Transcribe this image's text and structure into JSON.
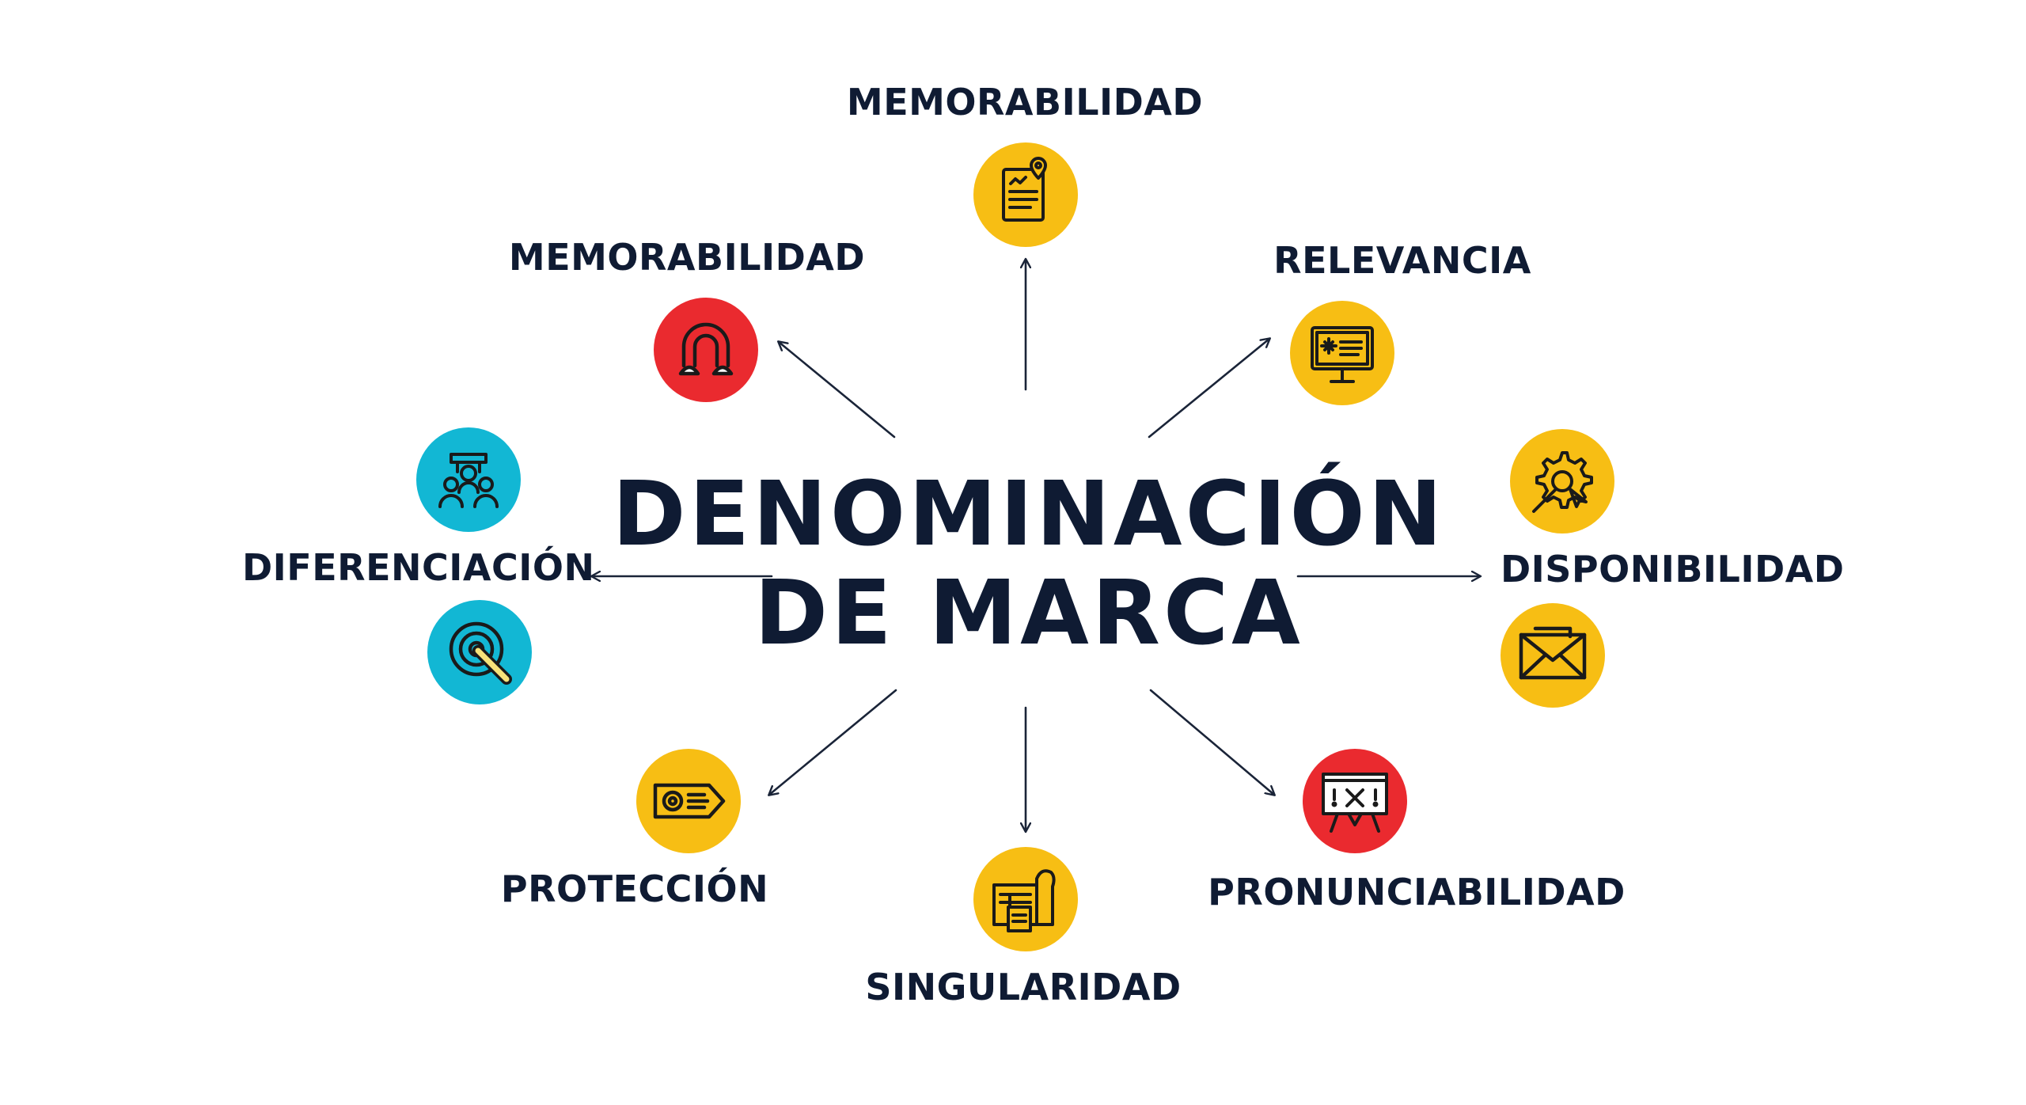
{
  "title": {
    "line1": "DENOMINACIÓN",
    "line2": "DE MARCA"
  },
  "colors": {
    "text": "#0f1b33",
    "yellow": "#f7be14",
    "red": "#ea2a2f",
    "cyan": "#12b7d4",
    "arrow": "#1a2438"
  },
  "nodes": [
    {
      "id": "memorabilidad-top",
      "label": "MEMORABILIDAD",
      "icon": "document-location-icon",
      "color": "yellow"
    },
    {
      "id": "memorabilidad-left",
      "label": "MEMORABILIDAD",
      "icon": "magnet-icon",
      "color": "red"
    },
    {
      "id": "relevancia",
      "label": "RELEVANCIA",
      "icon": "monitor-icon",
      "color": "yellow"
    },
    {
      "id": "diferenciacion",
      "label": "DIFERENCIACIÓN",
      "icon": "people-group-icon",
      "color": "cyan",
      "icon2": "target-icon",
      "color2": "cyan"
    },
    {
      "id": "disponibilidad",
      "label": "DISPONIBILIDAD",
      "icon": "gear-award-icon",
      "color": "yellow",
      "icon2": "envelope-icon",
      "color2": "yellow"
    },
    {
      "id": "proteccion",
      "label": "PROTECCIÓN",
      "icon": "tag-icon",
      "color": "yellow"
    },
    {
      "id": "singularidad",
      "label": "SINGULARIDAD",
      "icon": "stacked-items-icon",
      "color": "yellow"
    },
    {
      "id": "pronunciabilidad",
      "label": "PRONUNCIABILIDAD",
      "icon": "board-icon",
      "color": "red"
    }
  ]
}
